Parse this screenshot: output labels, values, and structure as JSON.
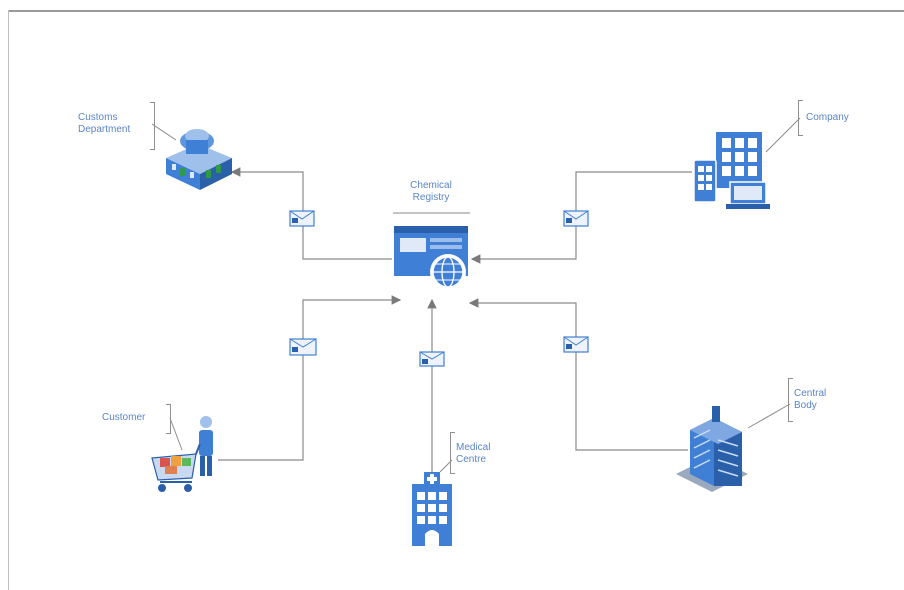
{
  "labels": {
    "registry": "Chemical\nRegistry",
    "customs": "Customs\nDepartment",
    "company": "Company",
    "customer": "Customer",
    "medical": "Medical\nCentre",
    "central": "Central\nBody"
  },
  "colors": {
    "accent": "#3f7fd6",
    "accent_dark": "#2a5faa",
    "line": "#8a8a8a",
    "label": "#5b84c8",
    "frame": "#9a9a9a"
  },
  "icons": {
    "registry": "web-app-globe-icon",
    "customs": "government-building-icon",
    "company": "office-devices-icon",
    "customer": "shopper-cart-icon",
    "medical": "hospital-icon",
    "central": "office-tower-icon",
    "message": "envelope-icon"
  }
}
